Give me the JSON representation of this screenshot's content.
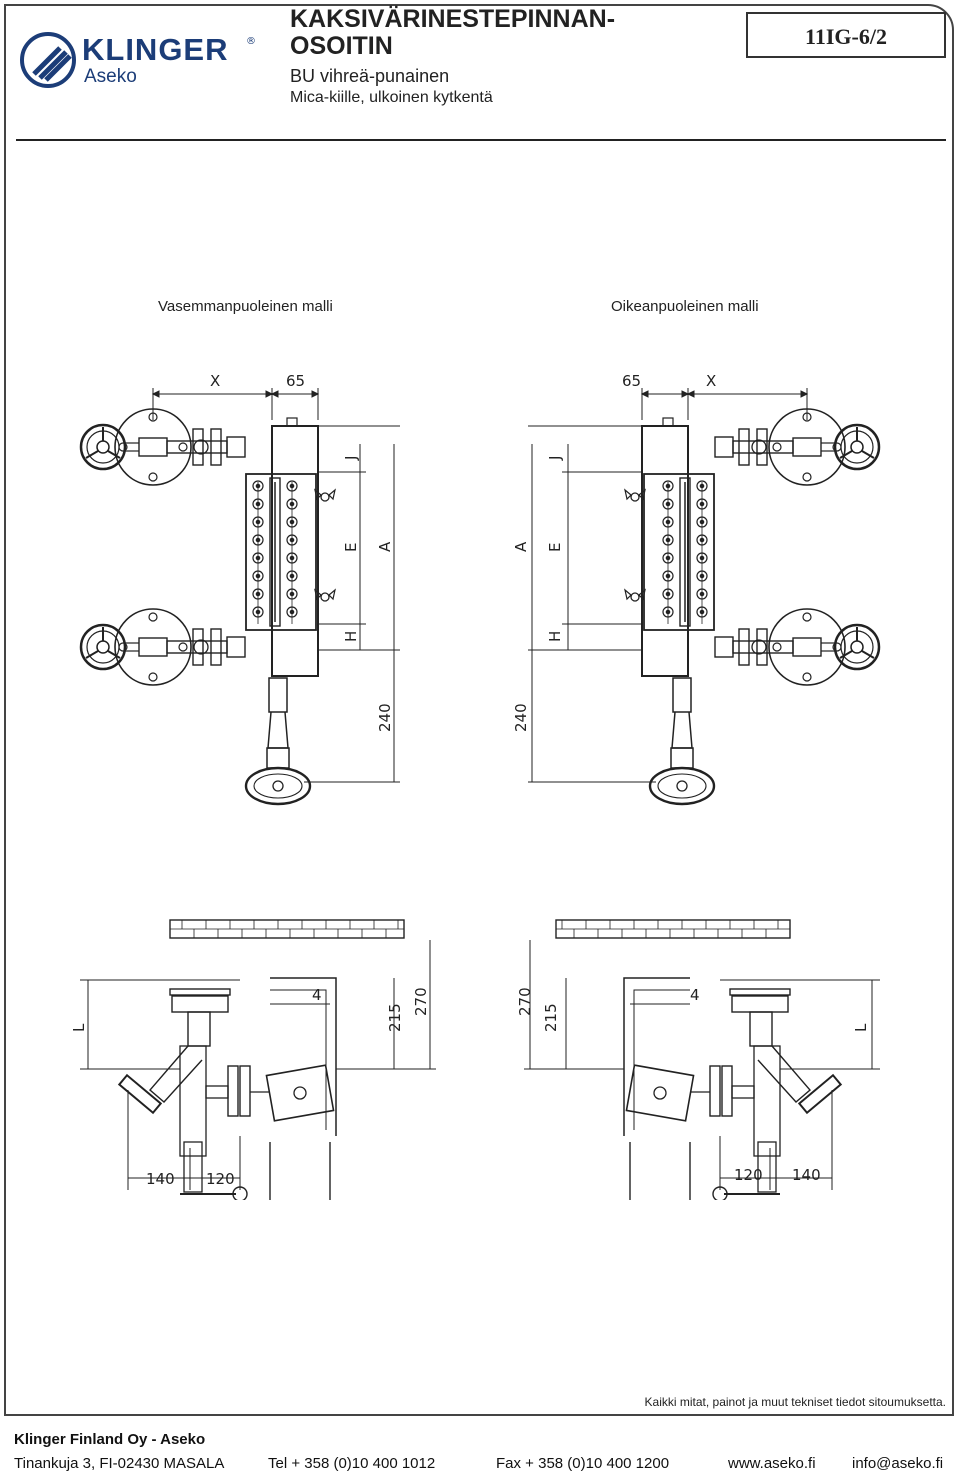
{
  "header": {
    "logo": {
      "word": "KLINGER",
      "registered": "®",
      "sub": "Aseko"
    },
    "title": "KAKSIVÄRINESTEPINNAN-\nOSOITIN",
    "subtitle": "BU vihreä-punainen",
    "subtitle2": "Mica-kiille, ulkoinen kytkentä",
    "code": "11IG-6/2"
  },
  "views": {
    "left_label": "Vasemmanpuoleinen malli",
    "right_label": "Oikeanpuoleinen malli"
  },
  "dimensions": {
    "x": "X",
    "width_65": "65",
    "j": "J",
    "e": "E",
    "a": "A",
    "h": "H",
    "d240": "240",
    "d4": "4",
    "d215": "215",
    "d270": "270",
    "l": "L",
    "d140": "140",
    "d120": "120"
  },
  "footer": {
    "disclaimer": "Kaikki mitat, painot ja muut tekniset tiedot sitoumuksetta.",
    "company": "Klinger Finland Oy - Aseko",
    "address": "Tinankuja 3, FI-02430 MASALA",
    "tel": "Tel + 358 (0)10 400 1012",
    "fax": "Fax + 358 (0)10 400 1200",
    "web": "www.aseko.fi",
    "email": "info@aseko.fi"
  },
  "colors": {
    "brand": "#1c3d78",
    "line": "#222222"
  }
}
